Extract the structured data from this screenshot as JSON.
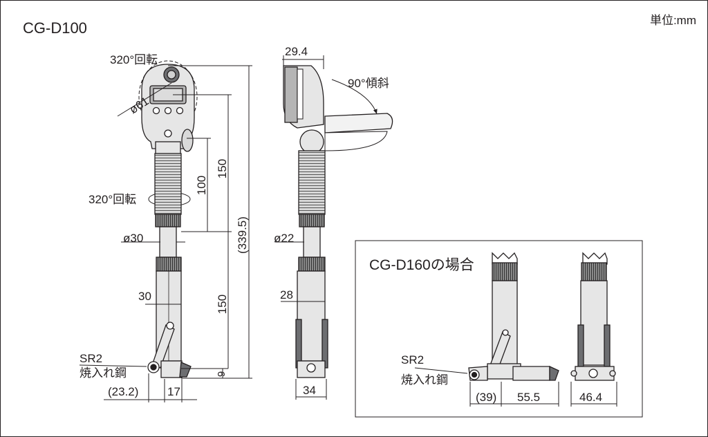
{
  "header": {
    "model": "CG-D100",
    "unit": "単位:mm"
  },
  "front_view": {
    "rotation_top": "320°回転",
    "rotation_mid": "320°回転",
    "diameter_head": "ø61",
    "diameter_rod": "ø30",
    "dim_100": "100",
    "dim_150_upper": "150",
    "dim_339_5": "(339.5)",
    "dim_30": "30",
    "dim_150_lower": "150",
    "dim_9": "9",
    "tip_sr": "SR2",
    "tip_material": "焼入れ鋼",
    "dim_23_2": "(23.2)",
    "dim_17": "17"
  },
  "side_view": {
    "dim_29_4": "29.4",
    "tilt": "90°傾斜",
    "diameter_rod": "ø22",
    "dim_28": "28",
    "dim_34": "34"
  },
  "inset": {
    "title": "CG-D160の場合",
    "tip_sr": "SR2",
    "tip_material": "焼入れ鋼",
    "dim_39": "(39)",
    "dim_55_5": "55.5",
    "dim_46_4": "46.4"
  },
  "colors": {
    "line": "#231f20",
    "body_fill": "#e6e6e6",
    "dark_fill": "#6d6e71",
    "inset_border": "#231f20"
  }
}
